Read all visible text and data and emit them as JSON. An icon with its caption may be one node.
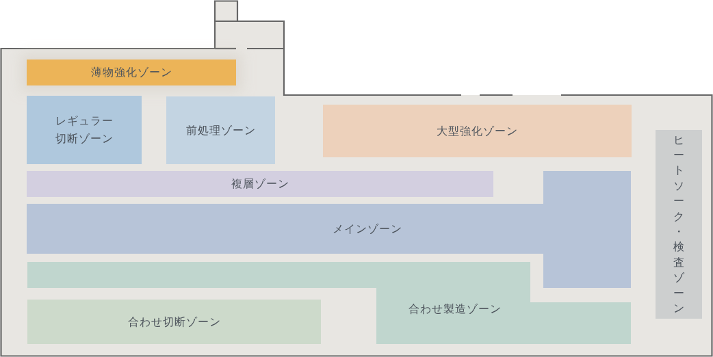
{
  "diagram": {
    "nodes": [
      {
        "text": [
          "薄物強化ゾーン"
        ]
      },
      {
        "text": [
          "レギュラー切断ゾーン"
        ]
      },
      {
        "text": [
          "前処理ゾーン"
        ]
      },
      {
        "text": [
          "大型強化ゾーン"
        ]
      },
      {
        "text": [
          "ヒートソーク・検査ゾーン"
        ]
      },
      {
        "text": [
          "複層ゾーン"
        ]
      },
      {
        "text": [
          "メインゾーン"
        ]
      },
      {
        "text": [
          "合わせ製造ゾーン"
        ]
      },
      {
        "text": [
          "合わせ切断ゾーン"
        ]
      }
    ]
  }
}
